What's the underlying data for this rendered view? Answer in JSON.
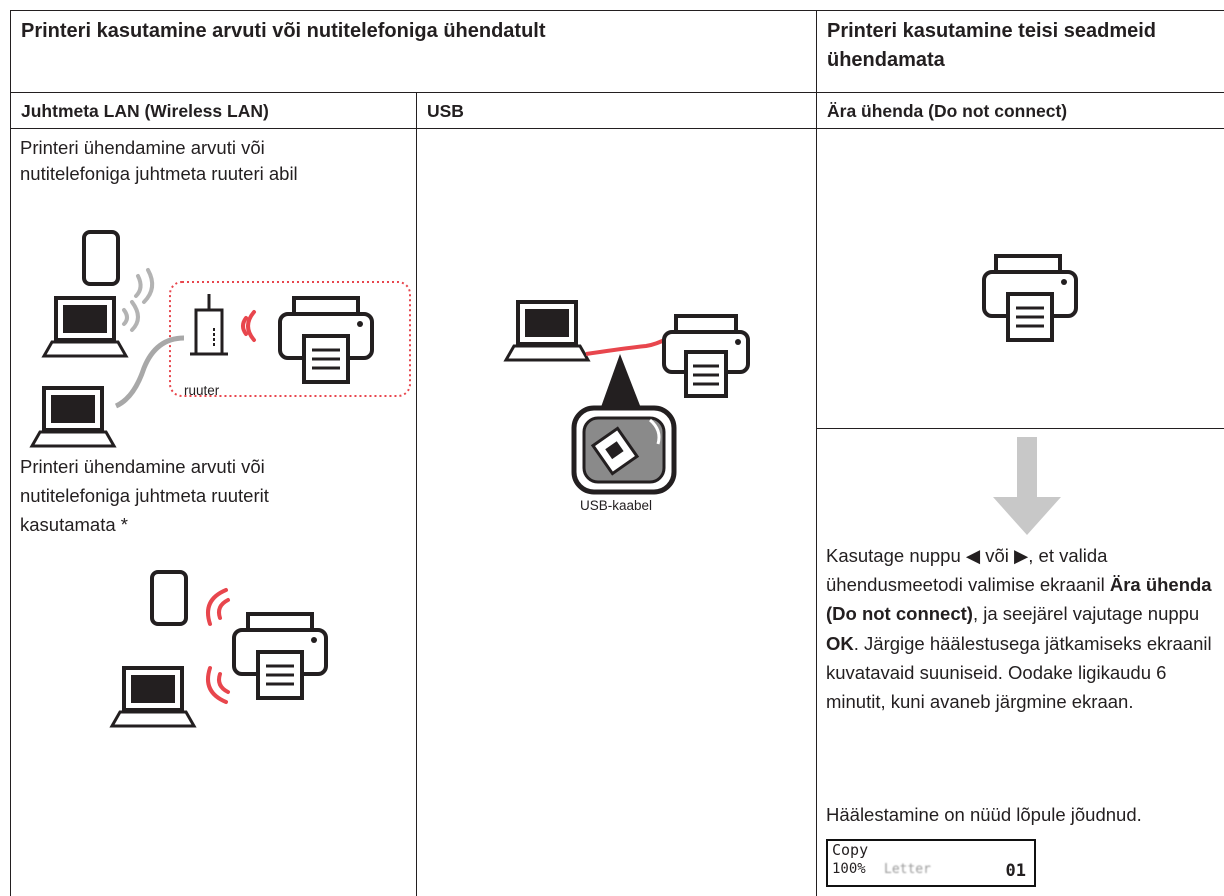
{
  "header": {
    "connected_title": "Printeri kasutamine arvuti või nutitelefoniga ühendatult",
    "standalone_title": "Printeri kasutamine teisi seadmeid ühendamata"
  },
  "columns": {
    "wireless": "Juhtmeta LAN (Wireless LAN)",
    "usb": "USB",
    "do_not_connect": "Ära ühenda (Do not connect)"
  },
  "wireless": {
    "with_router_text": "Printeri ühendamine arvuti või nutitelefoniga juhtmeta ruuteri abil",
    "router_label": "ruuter",
    "without_router_text": "Printeri ühendamine arvuti või nutitelefoniga juhtmeta ruuterit kasutamata *"
  },
  "usb": {
    "cable_label": "USB-kaabel"
  },
  "instructions": {
    "p1_a": "Kasutage nuppu ◀ või ▶, et valida ühendusmeetodi valimise ekraanil ",
    "p1_bold1": "Ära ühenda (Do not connect)",
    "p1_b": ", ja seejärel vajutage nuppu ",
    "p1_bold2": "OK",
    "p1_c": ". Järgige häälestusega jätkamiseks ekraanil kuvatavaid suuniseid. Oodake ligikaudu 6 minutit, kuni avaneb järgmine ekraan.",
    "p2": "Häälestamine on nüüd lõpule jõudnud."
  },
  "lcd": {
    "line1": "Copy",
    "zoom": "100%",
    "paper": "Letter",
    "count": "01"
  },
  "colors": {
    "signal_red": "#e8464d",
    "signal_gray": "#b3b3b3",
    "cable_gray": "#a8a8a8",
    "arrow_gray": "#c8c8c8",
    "dotted_border": "#e8464d"
  }
}
